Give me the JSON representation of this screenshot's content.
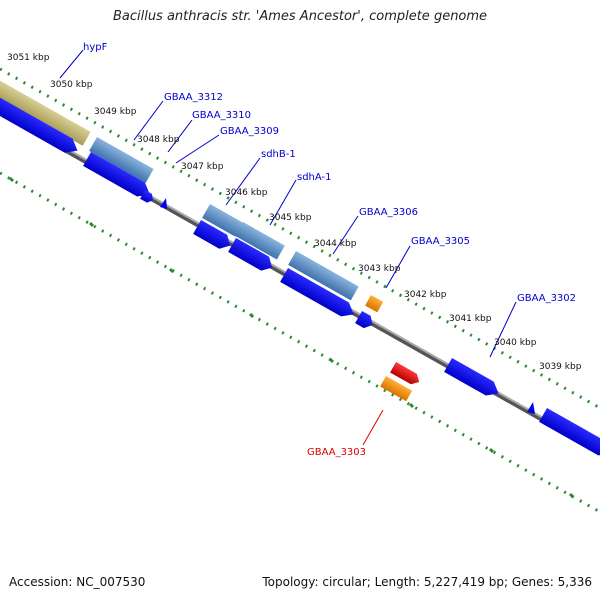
{
  "title": "Bacillus anthracis str. 'Ames Ancestor', complete genome",
  "footer": {
    "accession": "Accession: NC_007530",
    "summary": "Topology: circular; Length: 5,227,419 bp; Genes: 5,336"
  },
  "ticks": [
    "3051 kbp",
    "3050 kbp",
    "3049 kbp",
    "3048 kbp",
    "3047 kbp",
    "3046 kbp",
    "3045 kbp",
    "3044 kbp",
    "3043 kbp",
    "3042 kbp",
    "3041 kbp",
    "3040 kbp",
    "3039 kbp"
  ],
  "gene_labels": {
    "hypF": "hypF",
    "GBAA_3312": "GBAA_3312",
    "GBAA_3310": "GBAA_3310",
    "GBAA_3309": "GBAA_3309",
    "sdhB_1": "sdhB-1",
    "sdhA_1": "sdhA-1",
    "GBAA_3306": "GBAA_3306",
    "GBAA_3305": "GBAA_3305",
    "GBAA_3302": "GBAA_3302",
    "GBAA_3303": "GBAA_3303"
  },
  "colors": {
    "cds": "#0000ee",
    "highlight_blue": "#5b8fc7",
    "hypf_olive": "#c2b77a",
    "orange": "#f0900a",
    "red": "#e00000",
    "backbone": "#888888",
    "tick_green": "#2e8b2e",
    "label_blue": "#0000cc",
    "label_red": "#dd0000"
  }
}
